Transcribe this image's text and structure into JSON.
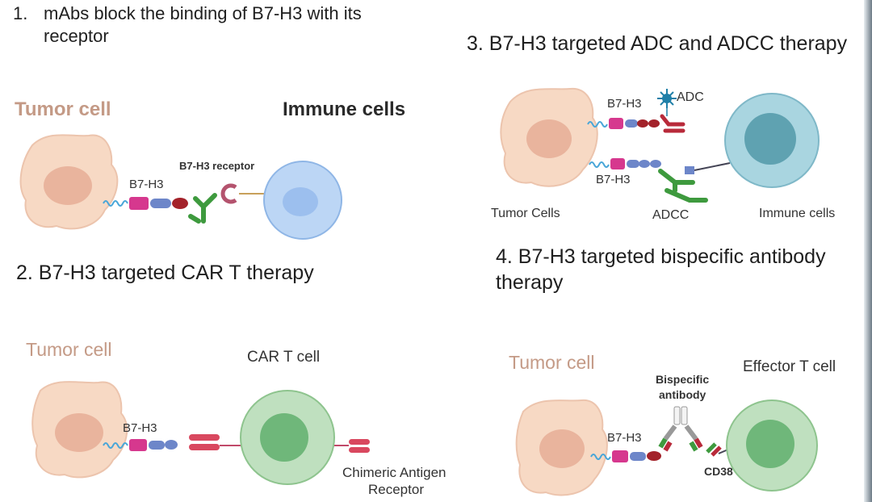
{
  "panel1": {
    "heading_num": "1.",
    "heading_line1": "mAbs block the binding of B7-H3 with its",
    "heading_line2": "receptor",
    "tumor_label": "Tumor cell",
    "immune_label": "Immune cells",
    "b7h3_label": "B7-H3",
    "receptor_label": "B7-H3 receptor"
  },
  "panel2": {
    "heading": "2. B7-H3 targeted CAR T therapy",
    "tumor_label": "Tumor cell",
    "cart_label": "CAR T cell",
    "b7h3_label": "B7-H3",
    "car_label_line1": "Chimeric Antigen",
    "car_label_line2": "Receptor"
  },
  "panel3": {
    "heading": "3. B7-H3 targeted ADC and ADCC therapy",
    "b7h3_top": "B7-H3",
    "adc_label": "ADC",
    "b7h3_bottom": "B7-H3",
    "tumor_label": "Tumor Cells",
    "adcc_label": "ADCC",
    "immune_label": "Immune cells"
  },
  "panel4": {
    "heading_line1": "4. B7-H3 targeted bispecific antibody",
    "heading_line2": "therapy",
    "tumor_label": "Tumor cell",
    "bispecific_line1": "Bispecific",
    "bispecific_line2": "antibody",
    "effector_label": "Effector T cell",
    "b7h3_label": "B7-H3",
    "cd38_label": "CD38"
  },
  "colors": {
    "tumor_fill": "#f7d9c4",
    "tumor_nucleus": "#e9b49d",
    "immune_fill": "#bcd6f5",
    "cart_fill": "#bfe0bf",
    "adcc_immune_fill": "#a9d5e0",
    "antibody_green": "#3e9a3e",
    "b7h3_magenta": "#d6388e",
    "b7h3_blue": "#6d86c9",
    "b7h3_red": "#a3222a"
  }
}
